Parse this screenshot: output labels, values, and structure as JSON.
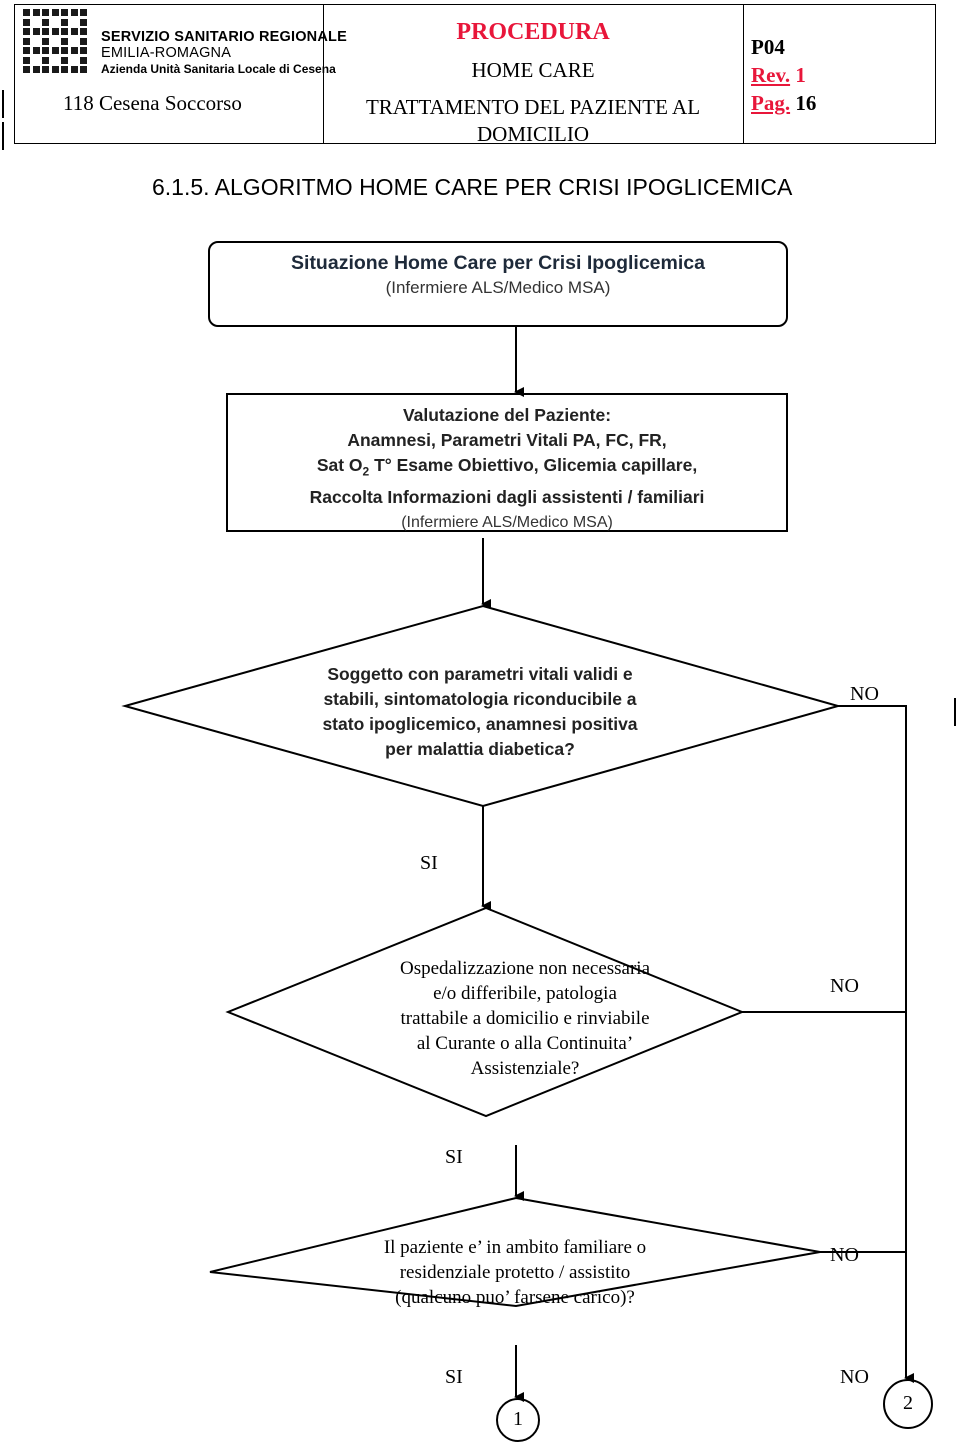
{
  "header": {
    "logo": {
      "line1": "SERVIZIO SANITARIO REGIONALE",
      "line2": "EMILIA-ROMAGNA",
      "line3": "Azienda Unità Sanitaria Locale di Cesena"
    },
    "unit": "118 Cesena Soccorso",
    "procedure_label": "PROCEDURA",
    "procedure_title_1": "HOME CARE",
    "procedure_title_2": "TRATTAMENTO DEL PAZIENTE AL",
    "procedure_title_3": "DOMICILIO",
    "code": "P04",
    "rev_label": "Rev.",
    "rev_value": "1",
    "page_label": "Pag.",
    "page_value": "16"
  },
  "section_title": "6.1.5.  ALGORITMO HOME CARE PER CRISI IPOGLICEMICA",
  "flowchart": {
    "start_box": {
      "title": "Situazione Home Care per Crisi Ipoglicemica",
      "subtitle": "(Infermiere ALS/Medico MSA)"
    },
    "evaluation_box": {
      "line1": "Valutazione del Paziente:",
      "line2": "Anamnesi, Parametri Vitali PA, FC, FR,",
      "line3_pre": "Sat O",
      "line3_sub": "2",
      "line3_post": " T° Esame Obiettivo, Glicemia capillare,",
      "line4": "Raccolta Informazioni dagli assistenti / familiari",
      "line5": "(Infermiere ALS/Medico MSA)"
    },
    "decision_1": {
      "line1": "Soggetto con parametri vitali validi e",
      "line2": "stabili, sintomatologia riconducibile a",
      "line3": "stato ipoglicemico, anamnesi positiva",
      "line4": "per malattia diabetica?"
    },
    "decision_2": {
      "line1": "Ospedalizzazione non necessaria",
      "line2": "e/o  differibile, patologia",
      "line3": "trattabile a domicilio e  rinviabile",
      "line4": "al Curante o alla Continuita’",
      "line5": "Assistenziale?"
    },
    "decision_3": {
      "line1": "Il paziente e’ in ambito familiare o",
      "line2": "residenziale protetto / assistito",
      "line3": "(qualcuno puo’ farsene carico)?"
    },
    "labels": {
      "no_1": "NO",
      "si_1": "SI",
      "no_2": "NO",
      "si_2": "SI",
      "no_3": "NO",
      "si_3": "SI",
      "no_4": "NO"
    },
    "connectors": {
      "c1": "1",
      "c2": "2"
    }
  }
}
